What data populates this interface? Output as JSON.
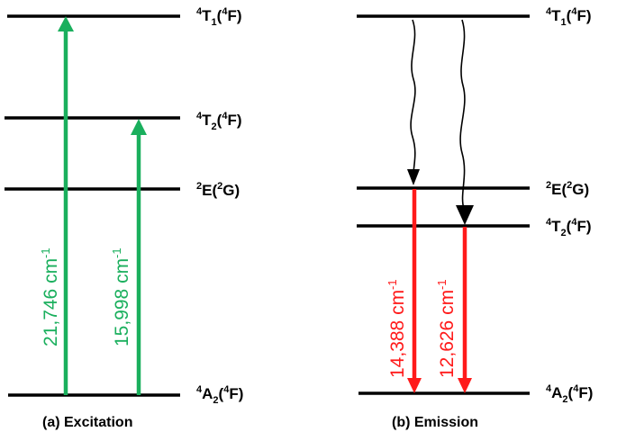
{
  "colors": {
    "excitation": "#1aaf5d",
    "emission": "#ff1a1a",
    "level_line": "#000000"
  },
  "panel_a": {
    "caption": "(a) Excitation",
    "levels": {
      "t1": {
        "sup": "4",
        "main": "T",
        "sub": "1",
        "rest": "(",
        "sup2": "4",
        "tail": "F)"
      },
      "t2": {
        "sup": "4",
        "main": "T",
        "sub": "2",
        "rest": "(",
        "sup2": "4",
        "tail": "F)"
      },
      "e": {
        "sup": "2",
        "main": "E",
        "sub": "",
        "rest": "(",
        "sup2": "2",
        "tail": "G)"
      },
      "a2": {
        "sup": "4",
        "main": "A",
        "sub": "2",
        "rest": "(",
        "sup2": "4",
        "tail": "F)"
      }
    },
    "transitions": [
      {
        "value": "21,746 cm",
        "exp": "-1"
      },
      {
        "value": "15,998 cm",
        "exp": "-1"
      }
    ]
  },
  "panel_b": {
    "caption": "(b) Emission",
    "levels": {
      "t1": {
        "sup": "4",
        "main": "T",
        "sub": "1",
        "rest": "(",
        "sup2": "4",
        "tail": "F)"
      },
      "e": {
        "sup": "2",
        "main": "E",
        "sub": "",
        "rest": "(",
        "sup2": "2",
        "tail": "G)"
      },
      "t2": {
        "sup": "4",
        "main": "T",
        "sub": "2",
        "rest": "(",
        "sup2": "4",
        "tail": "F)"
      },
      "a2": {
        "sup": "4",
        "main": "A",
        "sub": "2",
        "rest": "(",
        "sup2": "4",
        "tail": "F)"
      }
    },
    "transitions": [
      {
        "value": "14,388 cm",
        "exp": "-1"
      },
      {
        "value": "12,626 cm",
        "exp": "-1"
      }
    ]
  }
}
